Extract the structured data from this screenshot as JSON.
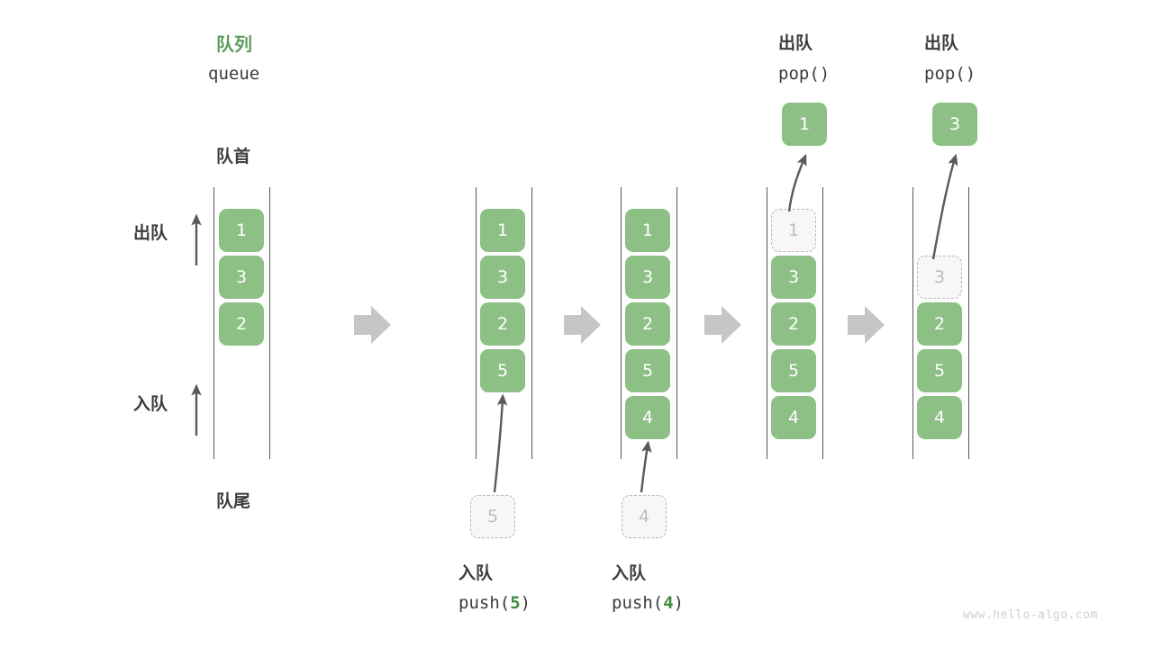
{
  "diagram": {
    "title_cn": "队列",
    "title_en": "queue",
    "head_label": "队首",
    "tail_label": "队尾",
    "dequeue_label": "出队",
    "enqueue_label": "入队",
    "watermark": "www.hello-algo.com",
    "accent_green": "#5d9c5b",
    "node_green": "#8cc084",
    "ghost_gray": "#bdbdbd",
    "arrow_gray": "#c6c6c6",
    "text_dark": "#3c3c3c"
  },
  "columns": [
    {
      "id": "initial",
      "caption_cn": "",
      "caption_code": "",
      "top_label_cn": "",
      "top_label_code": "",
      "nodes": [
        {
          "value": "1",
          "state": "filled"
        },
        {
          "value": "3",
          "state": "filled"
        },
        {
          "value": "2",
          "state": "filled"
        }
      ],
      "pending": null,
      "popped": null
    },
    {
      "id": "push-5",
      "caption_cn": "入队",
      "caption_code_prefix": "push(",
      "caption_code_value": "5",
      "caption_code_suffix": ")",
      "nodes": [
        {
          "value": "1",
          "state": "filled"
        },
        {
          "value": "3",
          "state": "filled"
        },
        {
          "value": "2",
          "state": "filled"
        },
        {
          "value": "5",
          "state": "filled"
        }
      ],
      "pending": {
        "value": "5",
        "state": "ghost"
      },
      "popped": null
    },
    {
      "id": "push-4",
      "caption_cn": "入队",
      "caption_code_prefix": "push(",
      "caption_code_value": "4",
      "caption_code_suffix": ")",
      "nodes": [
        {
          "value": "1",
          "state": "filled"
        },
        {
          "value": "3",
          "state": "filled"
        },
        {
          "value": "2",
          "state": "filled"
        },
        {
          "value": "5",
          "state": "filled"
        },
        {
          "value": "4",
          "state": "filled"
        }
      ],
      "pending": {
        "value": "4",
        "state": "ghost"
      },
      "popped": null
    },
    {
      "id": "pop-1",
      "top_label_cn": "出队",
      "top_label_code": "pop()",
      "nodes": [
        {
          "value": "1",
          "state": "ghost"
        },
        {
          "value": "3",
          "state": "filled"
        },
        {
          "value": "2",
          "state": "filled"
        },
        {
          "value": "5",
          "state": "filled"
        },
        {
          "value": "4",
          "state": "filled"
        }
      ],
      "pending": null,
      "popped": {
        "value": "1",
        "state": "filled"
      }
    },
    {
      "id": "pop-3",
      "top_label_cn": "出队",
      "top_label_code": "pop()",
      "nodes": [
        {
          "value": "",
          "state": "empty"
        },
        {
          "value": "3",
          "state": "ghost"
        },
        {
          "value": "2",
          "state": "filled"
        },
        {
          "value": "5",
          "state": "filled"
        },
        {
          "value": "4",
          "state": "filled"
        }
      ],
      "pending": null,
      "popped": {
        "value": "3",
        "state": "filled"
      }
    }
  ]
}
